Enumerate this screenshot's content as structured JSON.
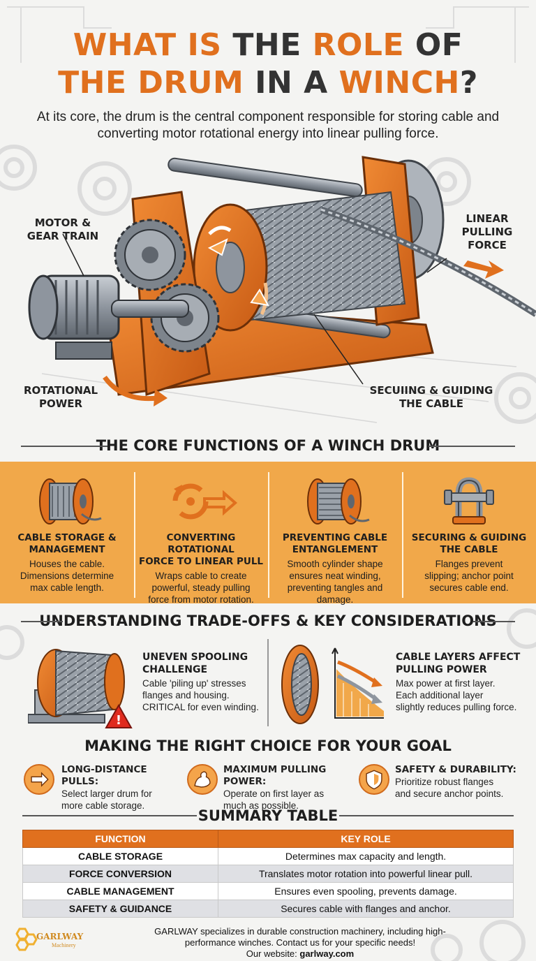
{
  "title": {
    "line1_a": "WHAT IS ",
    "line1_b": "THE ",
    "line1_c": "ROLE",
    "line1_d": " OF",
    "line2_a": "THE DRUM",
    "line2_b": " IN A ",
    "line2_c": "WINCH",
    "line2_d": "?"
  },
  "subtitle": "At its core, the drum is the central component responsible for storing cable and converting motor rotational energy into linear pulling force.",
  "hero": {
    "motor_label": "MOTOR &\nGEAR TRAIN",
    "motor_l1": "MOTOR &",
    "motor_l2": "GEAR TRAIN",
    "linear_l1": "LINEAR",
    "linear_l2": "PULLING",
    "linear_l3": "FORCE",
    "rot_l1": "ROTATIONAL",
    "rot_l2": "POWER",
    "sec_l1": "SECUIING & GUIDING",
    "sec_l2": "THE CABLE"
  },
  "core": {
    "heading": "THE CORE FUNCTIONS OF A WINCH DRUM",
    "items": [
      {
        "t1": "CABLE STORAGE &",
        "t2": "MANAGEMENT",
        "d1": "Houses the cable.",
        "d2": "Dimensions determine",
        "d3": "max cable length.",
        "icon": "cable-spool-icon"
      },
      {
        "t1": "CONVERTING ROTATIONAL",
        "t2": "FORCE TO LINEAR PULL",
        "d1": "Wraps cable to create",
        "d2": "powerful, steady pulling",
        "d3": "force from motor rotation.",
        "icon": "rotation-arrow-icon"
      },
      {
        "t1": "PREVENTING CABLE",
        "t2": "ENTANGLEMENT",
        "d1": "Smooth cylinder shape",
        "d2": "ensures neat winding,",
        "d3": "preventing tangles and damage.",
        "icon": "wound-spool-icon"
      },
      {
        "t1": "SECURING & GUIDING",
        "t2": "THE CABLE",
        "d1": "Flanges prevent",
        "d2": "slipping; anchor point",
        "d3": "secures cable end.",
        "icon": "shackle-icon"
      }
    ]
  },
  "tradeoffs": {
    "heading": "UNDERSTANDING TRADE-OFFS & KEY CONSIDERATIONS",
    "left": {
      "t1": "UNEVEN SPOOLING",
      "t2": "CHALLENGE",
      "d1": "Cable 'piling up' stresses",
      "d2": "flanges and housing.",
      "d3": "CRITICAL for even winding."
    },
    "right": {
      "t1": "CABLE LAYERS AFFECT",
      "t2": "PULLING POWER",
      "d1": "Max power at first layer.",
      "d2": "Each additional layer",
      "d3": "slightly reduces pulling force."
    }
  },
  "goals": {
    "heading": "MAKING THE RIGHT CHOICE FOR YOUR GOAL",
    "items": [
      {
        "t": "LONG-DISTANCE PULLS:",
        "d1": "Select larger drum for",
        "d2": "more cable storage.",
        "icon": "arrow-right-icon"
      },
      {
        "t": "MAXIMUM PULLING POWER:",
        "d1": "Operate on first layer as",
        "d2": "much as possible.",
        "icon": "flexed-arm-icon"
      },
      {
        "t": "SAFETY & DURABILITY:",
        "d1": "Prioritize robust flanges",
        "d2": "and secure anchor points.",
        "icon": "shield-icon"
      }
    ]
  },
  "summary": {
    "heading": "SUMMARY TABLE",
    "col1": "FUNCTION",
    "col2": "KEY ROLE",
    "rows": [
      {
        "f": "CABLE STORAGE",
        "r": "Determines max capacity and length."
      },
      {
        "f": "FORCE CONVERSION",
        "r": "Translates motor rotation into powerful linear pull."
      },
      {
        "f": "CABLE MANAGEMENT",
        "r": "Ensures even spooling, prevents damage."
      },
      {
        "f": "SAFETY & GUIDANCE",
        "r": "Secures cable with flanges and anchor."
      }
    ]
  },
  "footer": {
    "l1": "GARLWAY specializes in durable construction machinery, including high-",
    "l2": "performance winches. Contact us for your specific needs!",
    "l3a": "Our website: ",
    "l3b": "garlway.com"
  },
  "logo": {
    "name": "GARLWAY",
    "sub": "Machinery"
  },
  "colors": {
    "accent": "#e0701e",
    "band": "#f1a84a",
    "dark": "#333333",
    "steel": "#8a9099"
  }
}
